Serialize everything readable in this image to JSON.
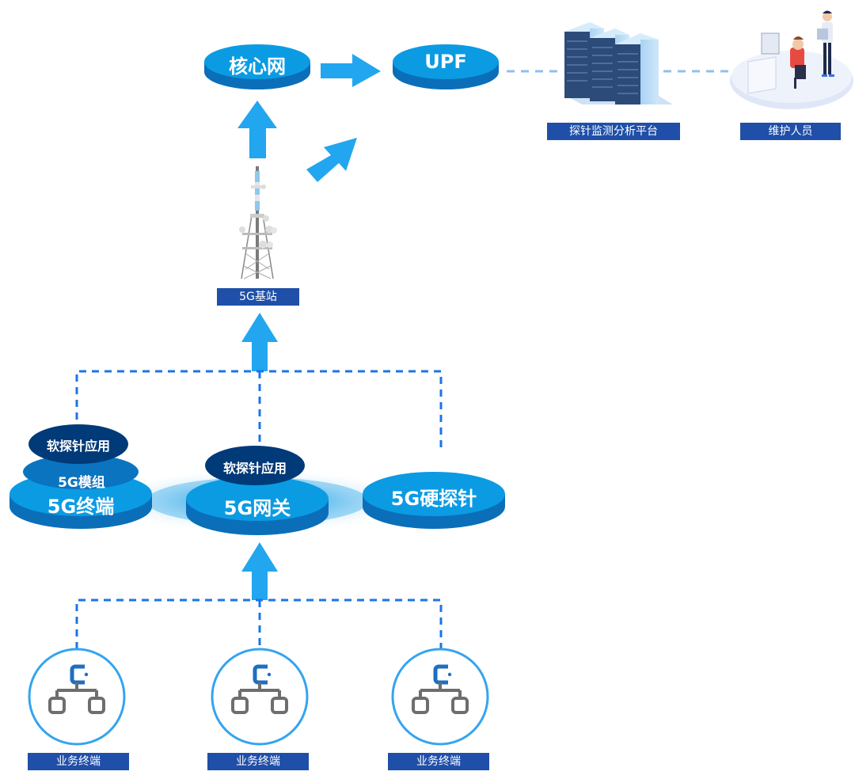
{
  "title": "5G probe monitoring architecture",
  "nodes": {
    "core_network": "核心网",
    "upf": "UPF",
    "platform": "探针监测分析平台",
    "maintenance": "维护人员",
    "base_station": "5G基站",
    "terminal_soft_probe": "软探针应用",
    "terminal_module": "5G模组",
    "terminal": "5G终端",
    "gateway_soft_probe": "软探针应用",
    "gateway": "5G网关",
    "hard_probe": "5G硬探针",
    "business_terminals": [
      "业务终端",
      "业务终端",
      "业务终端"
    ]
  },
  "colors": {
    "disc_top": "#0b9be3",
    "disc_side": "#0a6fb8",
    "disc_dark": "#003a78",
    "disc_mid": "#0a74c0",
    "arrow": "#22a6ef",
    "dash": "#1c74e6",
    "dash_light": "#8ec1ee",
    "label_bg": "#1f4fa8",
    "circle": "#35a4ef"
  }
}
